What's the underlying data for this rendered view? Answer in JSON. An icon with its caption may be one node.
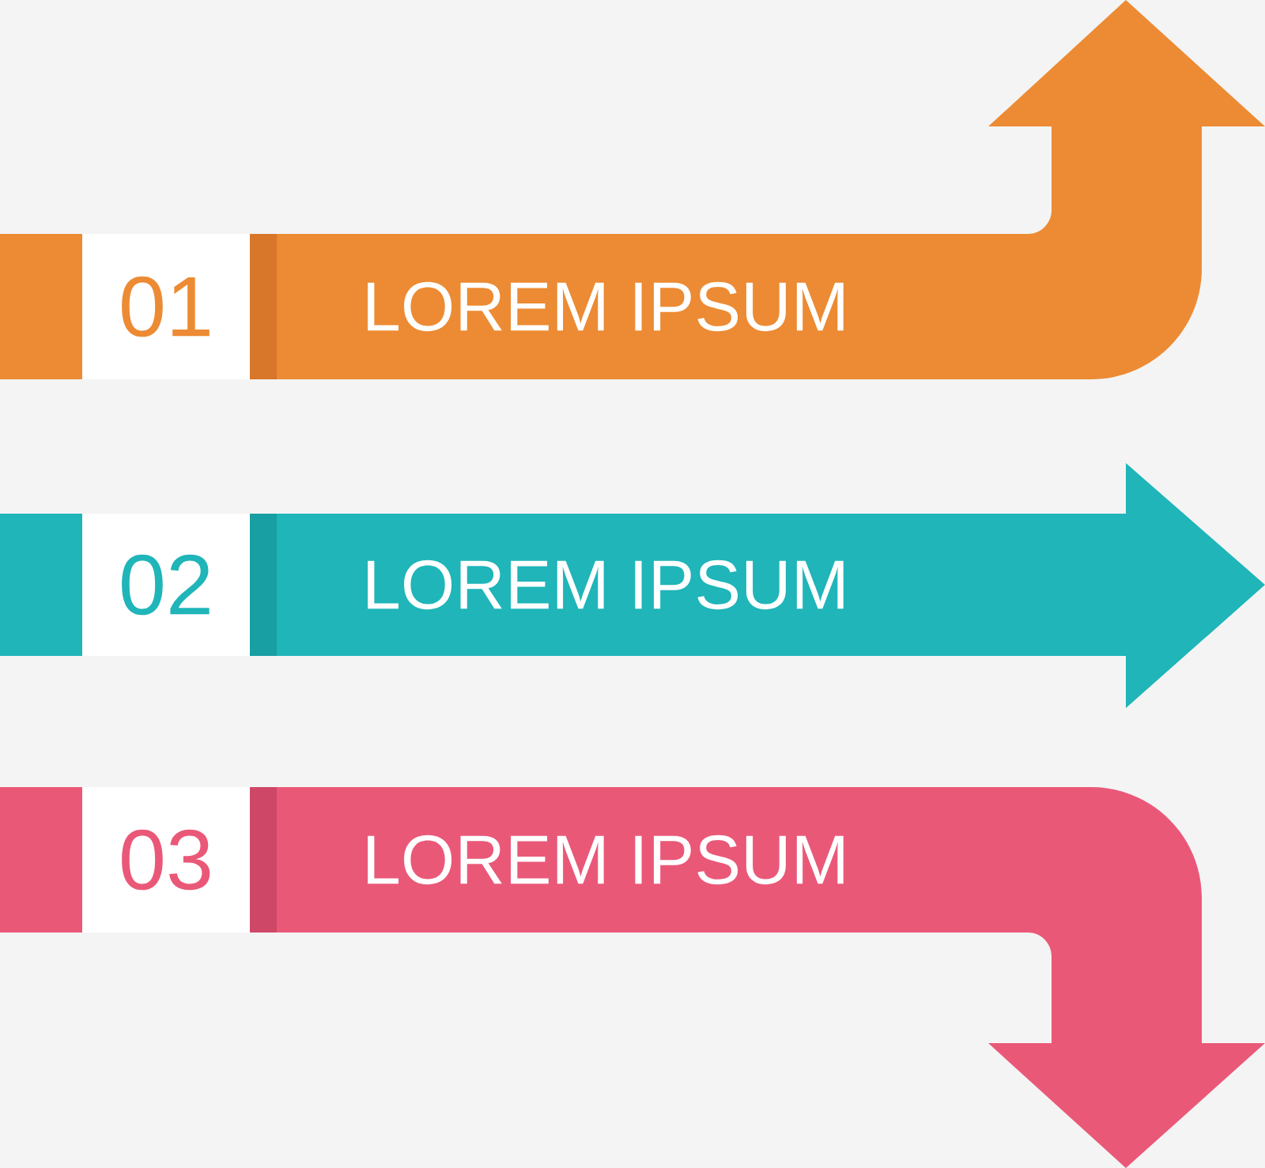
{
  "diagram": {
    "nodes": [
      {
        "text": [
          "LOREM IPSUM"
        ]
      },
      {
        "text": [
          "01"
        ],
        "in": 0
      },
      {
        "text": [
          "LOREM IPSUM"
        ]
      },
      {
        "text": [
          "02"
        ],
        "in": 2
      },
      {
        "text": [
          "LOREM IPSUM"
        ]
      },
      {
        "text": [
          "03"
        ],
        "in": 4
      }
    ]
  }
}
